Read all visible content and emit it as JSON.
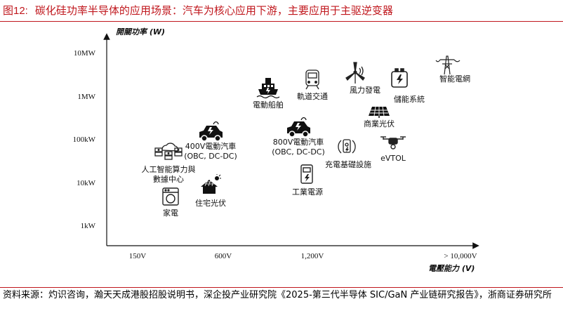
{
  "page": {
    "figure_number": "图12:",
    "title": "碳化硅功率半导体的应用场景：汽车为核心应用下游，主要应用于主驱逆变器",
    "source": "资料来源：灼识咨询，瀚天天成港股招股说明书，深企投产业研究院《2025-第三代半导体 SIC/GaN 产业链研究报告》，浙商证券研究所",
    "accent_color": "#c0171d"
  },
  "chart_data": {
    "type": "scatter",
    "title": "",
    "xlabel": "電壓能力 (V)",
    "ylabel": "開關功率 (W)",
    "x_ticks": [
      "150V",
      "600V",
      "1,200V",
      "> 10,000V"
    ],
    "y_ticks": [
      "10MW",
      "1MW",
      "100kW",
      "10kW",
      "1kW"
    ],
    "y_scale": "log",
    "grid": false,
    "points": [
      {
        "name": "人工智能算力與數據中心",
        "lines": [
          "人工智能算力與",
          "數據中心"
        ],
        "x_label": "150V-600V",
        "y": "30kW",
        "icon": "server-cloud-icon"
      },
      {
        "name": "家電",
        "lines": [
          "家電"
        ],
        "x_label": "150V-600V",
        "y": "3kW",
        "icon": "washing-machine-icon"
      },
      {
        "name": "400V電動汽車 (OBC, DC-DC)",
        "lines": [
          "400V電動汽車",
          "(OBC, DC-DC)"
        ],
        "x_label": "600V",
        "y": "100kW",
        "icon": "ev-car-icon"
      },
      {
        "name": "住宅光伏",
        "lines": [
          "住宅光伏"
        ],
        "x_label": "600V",
        "y": "6kW",
        "icon": "house-solar-icon"
      },
      {
        "name": "電動船舶",
        "lines": [
          "電動船舶"
        ],
        "x_label": "600V-1,200V",
        "y": "1.3MW",
        "icon": "ship-icon"
      },
      {
        "name": "軌道交通",
        "lines": [
          "軌道交通"
        ],
        "x_label": "1,200V",
        "y": "1.3MW",
        "icon": "train-icon"
      },
      {
        "name": "800V電動汽車 (OBC, DC-DC)",
        "lines": [
          "800V電動汽車",
          "(OBC, DC-DC)"
        ],
        "x_label": "1,200V",
        "y": "100kW",
        "icon": "ev-car-icon"
      },
      {
        "name": "工業電源",
        "lines": [
          "工業電源"
        ],
        "x_label": "1,200V",
        "y": "10kW",
        "icon": "power-supply-icon"
      },
      {
        "name": "風力發電",
        "lines": [
          "風力發電"
        ],
        "x_label": "1,200V-10,000V",
        "y": "2MW",
        "icon": "wind-turbine-icon"
      },
      {
        "name": "儲能系統",
        "lines": [
          "儲能系統"
        ],
        "x_label": "1,200V-10,000V",
        "y": "1.3MW",
        "icon": "battery-icon"
      },
      {
        "name": "商業光伏",
        "lines": [
          "商業光伏"
        ],
        "x_label": "1,200V-10,000V",
        "y": "500kW",
        "icon": "solar-panel-icon"
      },
      {
        "name": "充電基礎設施",
        "lines": [
          "充電基礎設施"
        ],
        "x_label": "1,200V",
        "y": "60kW",
        "icon": "charger-icon"
      },
      {
        "name": "eVTOL",
        "lines": [
          "eVTOL"
        ],
        "x_label": "1,200V-10,000V",
        "y": "70kW",
        "icon": "drone-icon"
      },
      {
        "name": "智能電網",
        "lines": [
          "智能電網"
        ],
        "x_label": "> 10,000V",
        "y": "4MW",
        "icon": "power-tower-icon"
      }
    ]
  }
}
